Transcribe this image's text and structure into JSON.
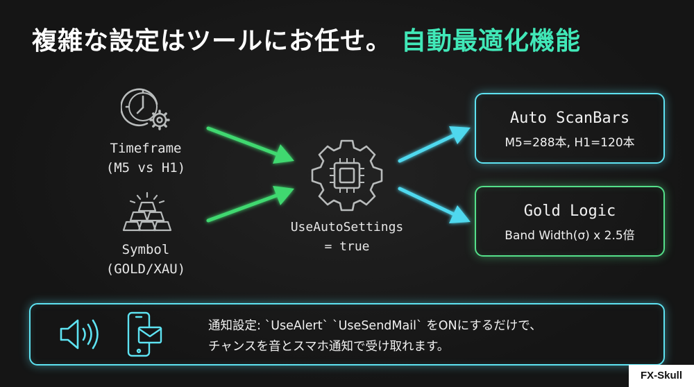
{
  "title": {
    "main": "複雑な設定はツールにお任せ。",
    "accent": "自動最適化機能"
  },
  "inputs": {
    "timeframe": {
      "line1": "Timeframe",
      "line2": "(M5 vs H1)"
    },
    "symbol": {
      "line1": "Symbol",
      "line2": "(GOLD/XAU)"
    }
  },
  "center": {
    "line1": "UseAutoSettings",
    "line2": "= true"
  },
  "outputs": {
    "scanbars": {
      "title": "Auto ScanBars",
      "sub": "M5=288本, H1=120本"
    },
    "gold": {
      "title": "Gold Logic",
      "sub": "Band Width(σ) x 2.5倍"
    }
  },
  "notification": {
    "line1": "通知設定: `UseAlert` `UseSendMail` をONにするだけで、",
    "line2": "チャンスを音とスマホ通知で受け取れます。"
  },
  "brand": "FX-Skull",
  "colors": {
    "accent_text": "#41e8b8",
    "cyan": "#5ee3f2",
    "green": "#55e08a",
    "icon_gray": "#b9bcbc"
  },
  "icons": {
    "clock": "clock-gear-icon",
    "gold": "gold-bars-icon",
    "chip": "cpu-gear-icon",
    "speaker": "speaker-icon",
    "phone": "phone-mail-icon"
  }
}
